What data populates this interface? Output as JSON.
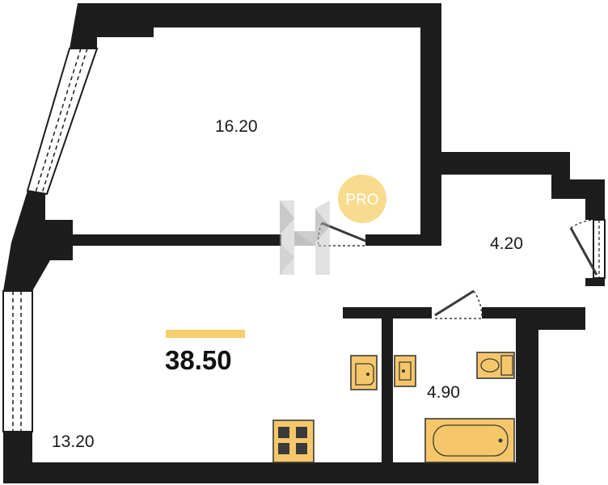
{
  "plan": {
    "total_area": "38.50",
    "badge": "PRO",
    "rooms": [
      {
        "id": "bedroom",
        "area": "16.20"
      },
      {
        "id": "hall",
        "area": "4.20"
      },
      {
        "id": "bathroom",
        "area": "4.90"
      },
      {
        "id": "living-kitchen",
        "area": "13.20"
      }
    ],
    "colors": {
      "wall": "#1d1d1d",
      "fixture": "#f6c76a",
      "fixture_stroke": "#3a3a3a",
      "accent_bar": "#f5cf6c",
      "badge": "#f7dc8e",
      "door": "#3a3a3a"
    },
    "icons": [
      "washbasin-icon",
      "toilet-icon",
      "bathtub-icon",
      "stove-icon",
      "door-swing-icon",
      "window-icon",
      "logo-icon"
    ]
  }
}
